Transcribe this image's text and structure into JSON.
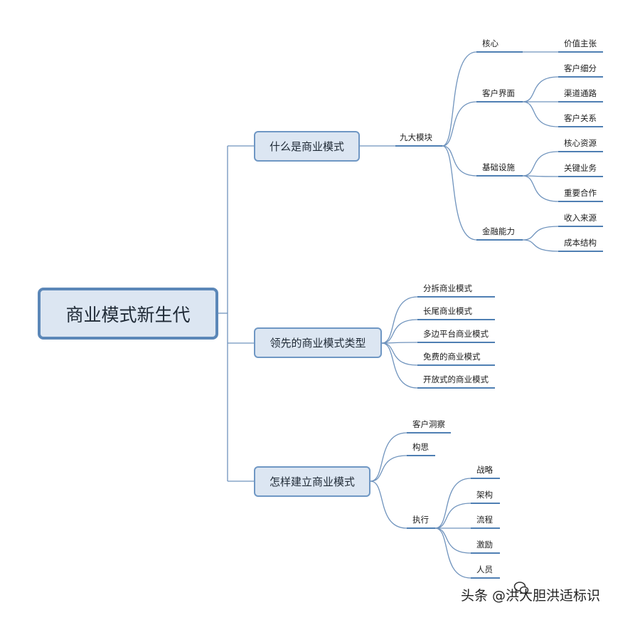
{
  "diagram": {
    "root": "商业模式新生代",
    "branches": [
      {
        "label": "什么是商业模式",
        "children": [
          {
            "label": "九大模块",
            "children": [
              {
                "label": "核心",
                "children": [
                  {
                    "label": "价值主张"
                  }
                ]
              },
              {
                "label": "客户界面",
                "children": [
                  {
                    "label": "客户细分"
                  },
                  {
                    "label": "渠道通路"
                  },
                  {
                    "label": "客户关系"
                  }
                ]
              },
              {
                "label": "基础设施",
                "children": [
                  {
                    "label": "核心资源"
                  },
                  {
                    "label": "关键业务"
                  },
                  {
                    "label": "重要合作"
                  }
                ]
              },
              {
                "label": "金融能力",
                "children": [
                  {
                    "label": "收入来源"
                  },
                  {
                    "label": "成本结构"
                  }
                ]
              }
            ]
          }
        ]
      },
      {
        "label": "领先的商业模式类型",
        "children": [
          {
            "label": "分拆商业模式"
          },
          {
            "label": "长尾商业模式"
          },
          {
            "label": "多边平台商业模式"
          },
          {
            "label": "免费的商业模式"
          },
          {
            "label": "开放式的商业模式"
          }
        ]
      },
      {
        "label": "怎样建立商业模式",
        "children": [
          {
            "label": "客户洞察"
          },
          {
            "label": "构思"
          },
          {
            "label": "执行",
            "children": [
              {
                "label": "战略"
              },
              {
                "label": "架构"
              },
              {
                "label": "流程"
              },
              {
                "label": "激励"
              },
              {
                "label": "人员"
              }
            ]
          }
        ]
      }
    ]
  },
  "watermark": "头条 @洪大胆洪适标识",
  "colors": {
    "line": "#6f93bd",
    "node_fill": "#dce6f2",
    "node_border": "#5b87b8"
  }
}
